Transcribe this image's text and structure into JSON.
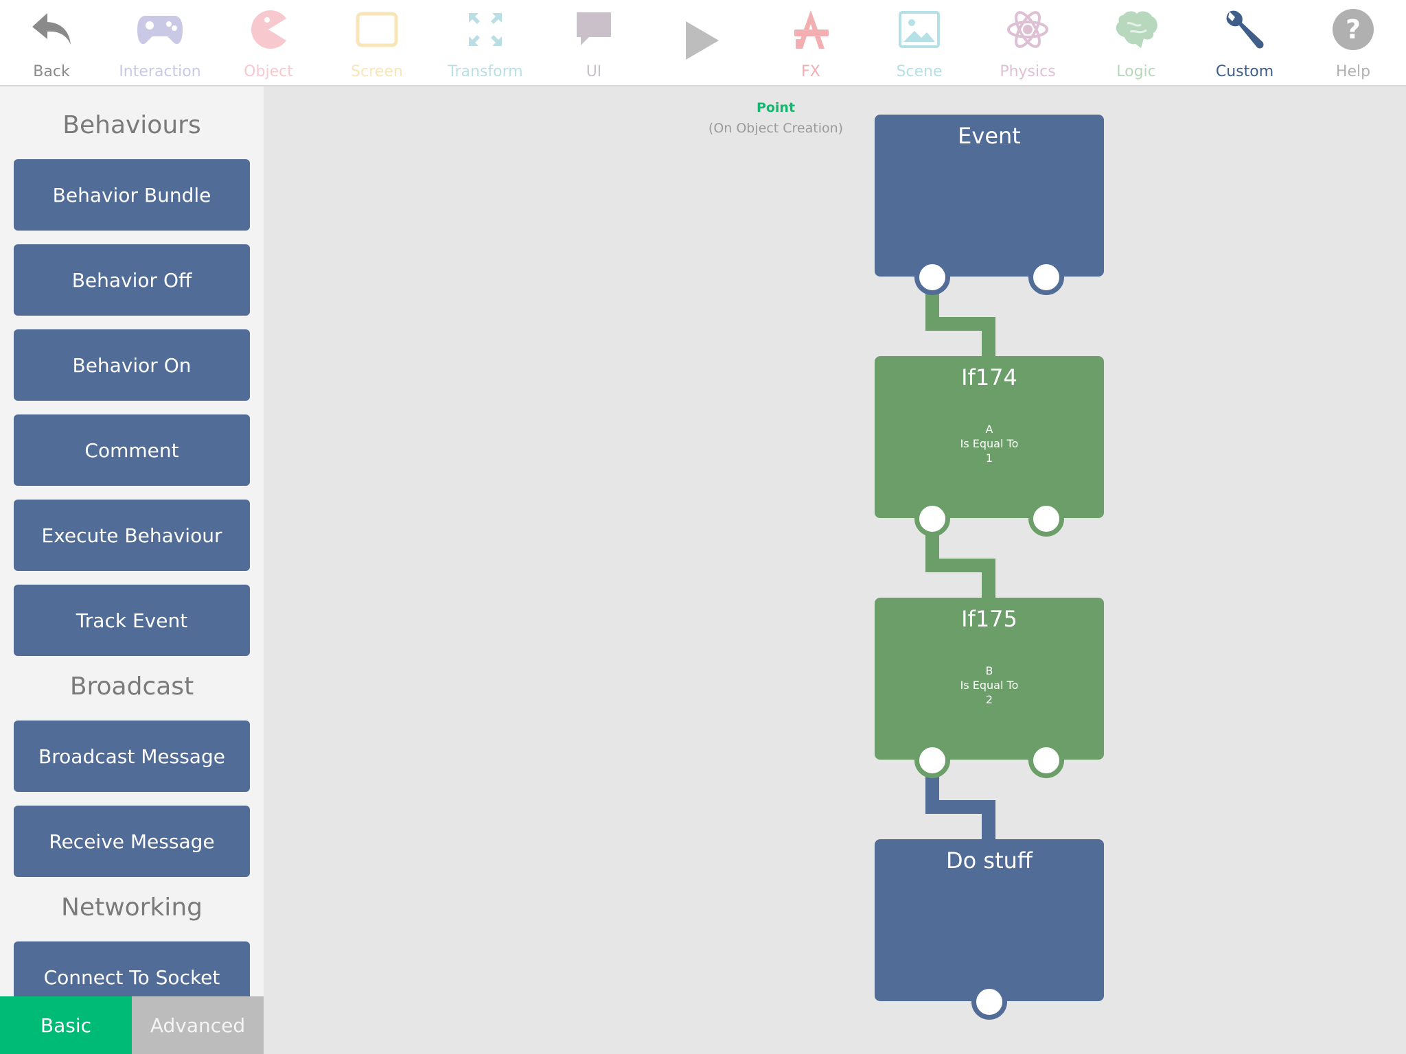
{
  "toolbar": {
    "items": [
      {
        "label": "Back",
        "color": "#8a8a8a"
      },
      {
        "label": "Interaction",
        "color": "#c9c9e6"
      },
      {
        "label": "Object",
        "color": "#f7c9cf"
      },
      {
        "label": "Screen",
        "color": "#f8e6b8"
      },
      {
        "label": "Transform",
        "color": "#b9dfe4"
      },
      {
        "label": "UI",
        "color": "#c9c0c9"
      },
      {
        "label": "",
        "color": "#bdbdbd"
      },
      {
        "label": "FX",
        "color": "#f2aeb0"
      },
      {
        "label": "Scene",
        "color": "#b5e0e6"
      },
      {
        "label": "Physics",
        "color": "#ddc0d4"
      },
      {
        "label": "Logic",
        "color": "#b7d8bd"
      },
      {
        "label": "Custom",
        "color": "#3f5f8a"
      },
      {
        "label": "Help",
        "color": "#b0b0b0"
      }
    ]
  },
  "sidebar": {
    "sections": [
      {
        "title": "Behaviours",
        "buttons": [
          "Behavior Bundle",
          "Behavior Off",
          "Behavior On",
          "Comment",
          "Execute Behaviour",
          "Track Event"
        ]
      },
      {
        "title": "Broadcast",
        "buttons": [
          "Broadcast Message",
          "Receive Message"
        ]
      },
      {
        "title": "Networking",
        "buttons": [
          "Connect To Socket"
        ]
      }
    ],
    "mode_basic": "Basic",
    "mode_advanced": "Advanced"
  },
  "canvas": {
    "object_name": "Point",
    "object_event": "(On Object Creation)",
    "nodes": [
      {
        "title": "Event",
        "lines": []
      },
      {
        "title": "If174",
        "lines": [
          "A",
          "Is Equal To",
          "1"
        ]
      },
      {
        "title": "If175",
        "lines": [
          "B",
          "Is Equal To",
          "2"
        ]
      },
      {
        "title": "Do stuff",
        "lines": []
      }
    ]
  },
  "colors": {
    "node_blue": "#506c97",
    "node_green": "#6b9e68",
    "basic_green": "#00bb75"
  }
}
